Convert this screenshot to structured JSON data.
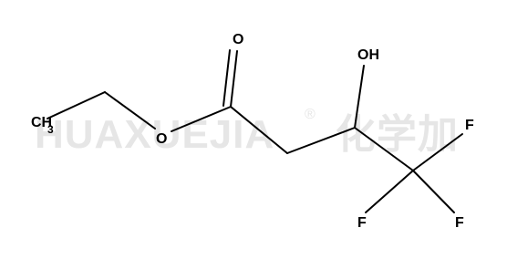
{
  "watermark": {
    "text": "HUAXUEJIA",
    "registered": "®",
    "cjk": "化学加"
  },
  "atoms": {
    "ch3": "CH",
    "ch3_sub": "3",
    "ester_o": "O",
    "carbonyl_o": "O",
    "hydroxyl": "OH",
    "f1": "F",
    "f2": "F",
    "f3": "F"
  },
  "colors": {
    "bond": "#000000",
    "watermark": "#e6e6e6"
  }
}
